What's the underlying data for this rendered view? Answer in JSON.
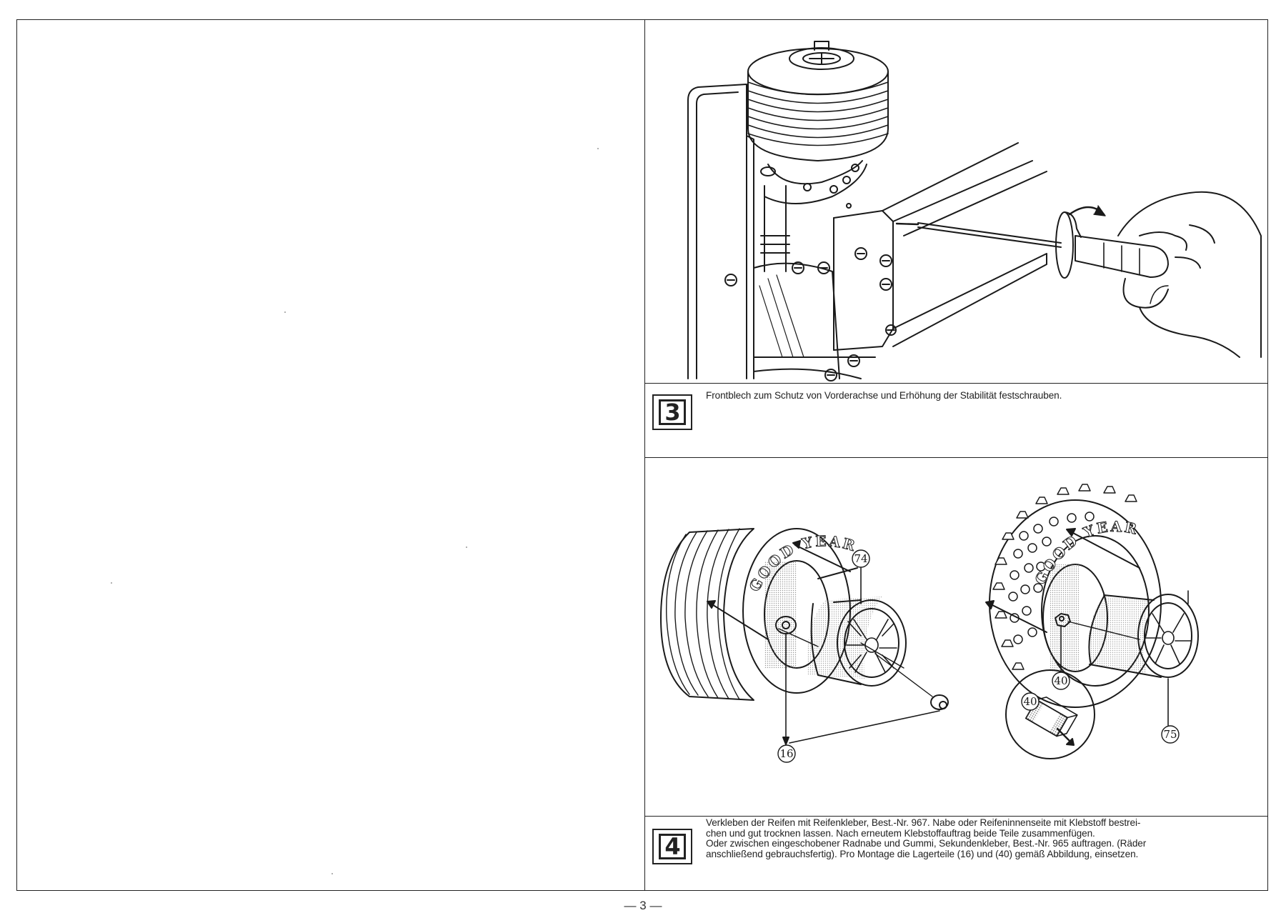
{
  "steps": [
    {
      "number": "3",
      "caption": "Frontblech zum Schutz von Vorderachse und Erhöhung der Stabilität festschrauben."
    },
    {
      "number": "4",
      "caption_lines": [
        "Verkleben der Reifen mit Reifenkleber, Best.-Nr. 967. Nabe oder Reifeninnenseite mit Klebstoff bestrei-",
        "chen und gut trocknen lassen. Nach erneutem Klebstoffauftrag beide Teile zusammenfügen.",
        "Oder zwischen eingeschobener Radnabe und Gummi,  Sekundenkleber, Best.-Nr. 965 auftragen. (Räder",
        "anschließend gebrauchsfertig). Pro Montage die Lagerteile (16) und (40) gemäß Abbildung, einsetzen."
      ]
    }
  ],
  "part_labels": {
    "tire_part": "74",
    "rim_part": "75",
    "bearing_part": "16",
    "hex_part": "40"
  },
  "tire_brand": "GOOD YEAR",
  "page_number": "— 3 —"
}
